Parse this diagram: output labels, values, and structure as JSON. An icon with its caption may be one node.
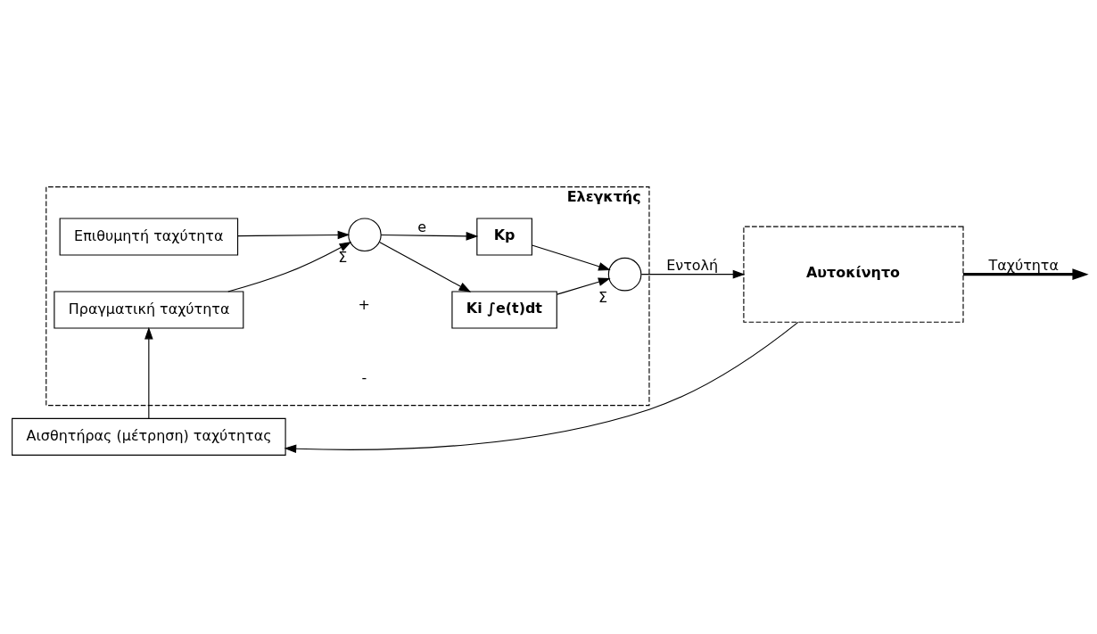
{
  "diagram": {
    "nodes": [
      {
        "text": [
          "Ελεγκτής"
        ]
      },
      {
        "text": [
          "Επιθυμητή ταχύτητα"
        ],
        "in": 0
      },
      {
        "text": [],
        "shape": "circle",
        "in": 0,
        "beside": [
          "Σ"
        ]
      },
      {
        "text": [
          "Ki ∫e(t)dt"
        ],
        "in": 0
      },
      {
        "text": [
          "Kp"
        ],
        "in": 0
      },
      {
        "text": [],
        "shape": "circle",
        "in": 0,
        "beside": [
          "Σ"
        ]
      },
      {
        "text": [
          "Αυτοκίνητο"
        ]
      },
      {
        "text": [
          "Αισθητήρας (μέτρηση) ταχύτητας"
        ]
      },
      {
        "text": [
          "Πραγματική ταχύτητα"
        ],
        "in": 0
      }
    ],
    "edges": [
      {
        "from": 1,
        "to": 2,
        "arrow": "to"
      },
      {
        "from": 8,
        "to": 2,
        "arrow": "to"
      },
      {
        "from": 2,
        "to": 3,
        "arrow": "to"
      },
      {
        "from": 2,
        "to": 4,
        "arrow": "to",
        "label": "e"
      },
      {
        "from": 3,
        "to": 5,
        "arrow": "to"
      },
      {
        "from": 4,
        "to": 5,
        "arrow": "to"
      },
      {
        "from": 5,
        "to": 6,
        "arrow": "to",
        "label": "Εντολή"
      },
      {
        "from": 6,
        "to": null,
        "arrow": "to",
        "label": "Ταχύτητα",
        "style": "thick"
      },
      {
        "from": 6,
        "to": 7,
        "arrow": "to"
      },
      {
        "from": 7,
        "to": 8,
        "arrow": "to"
      }
    ],
    "labels": [
      "+",
      "-"
    ]
  }
}
